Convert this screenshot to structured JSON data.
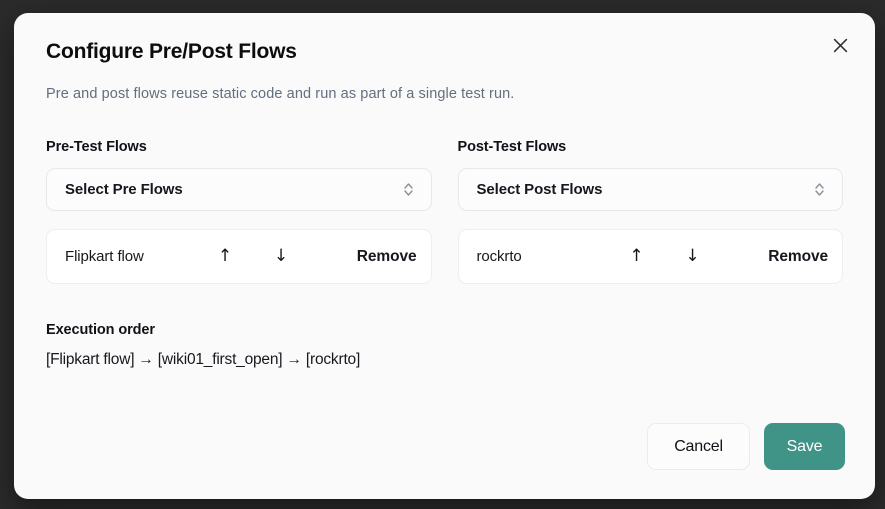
{
  "dialog": {
    "title": "Configure Pre/Post Flows",
    "subtitle": "Pre and post flows reuse static code and run as part of a single test run.",
    "close_icon": "close-icon"
  },
  "pre_test": {
    "heading": "Pre-Test Flows",
    "select": {
      "label": "Select Pre Flows",
      "icon": "chevron-up-down-icon"
    },
    "flows": [
      {
        "name": "Flipkart flow",
        "move_up_icon": "arrow-up-icon",
        "move_up_glyph": "↑",
        "move_down_icon": "arrow-down-icon",
        "move_down_glyph": "↓",
        "remove_label": "Remove"
      }
    ]
  },
  "post_test": {
    "heading": "Post-Test Flows",
    "select": {
      "label": "Select Post Flows",
      "icon": "chevron-up-down-icon"
    },
    "flows": [
      {
        "name": "rockrto",
        "move_up_icon": "arrow-up-icon",
        "move_up_glyph": "↑",
        "move_down_icon": "arrow-down-icon",
        "move_down_glyph": "↓",
        "remove_label": "Remove"
      }
    ]
  },
  "execution": {
    "heading": "Execution order",
    "order_text": "[Flipkart flow] → [wiki01_first_open] → [rockrto]",
    "steps": [
      "Flipkart flow",
      "wiki01_first_open",
      "rockrto"
    ]
  },
  "footer": {
    "cancel_label": "Cancel",
    "save_label": "Save"
  },
  "colors": {
    "accent": "#3f9387",
    "backdrop": "#2b2b2b",
    "modal_bg": "#fafafa",
    "muted_text": "#636e7e",
    "text": "#16181d"
  }
}
